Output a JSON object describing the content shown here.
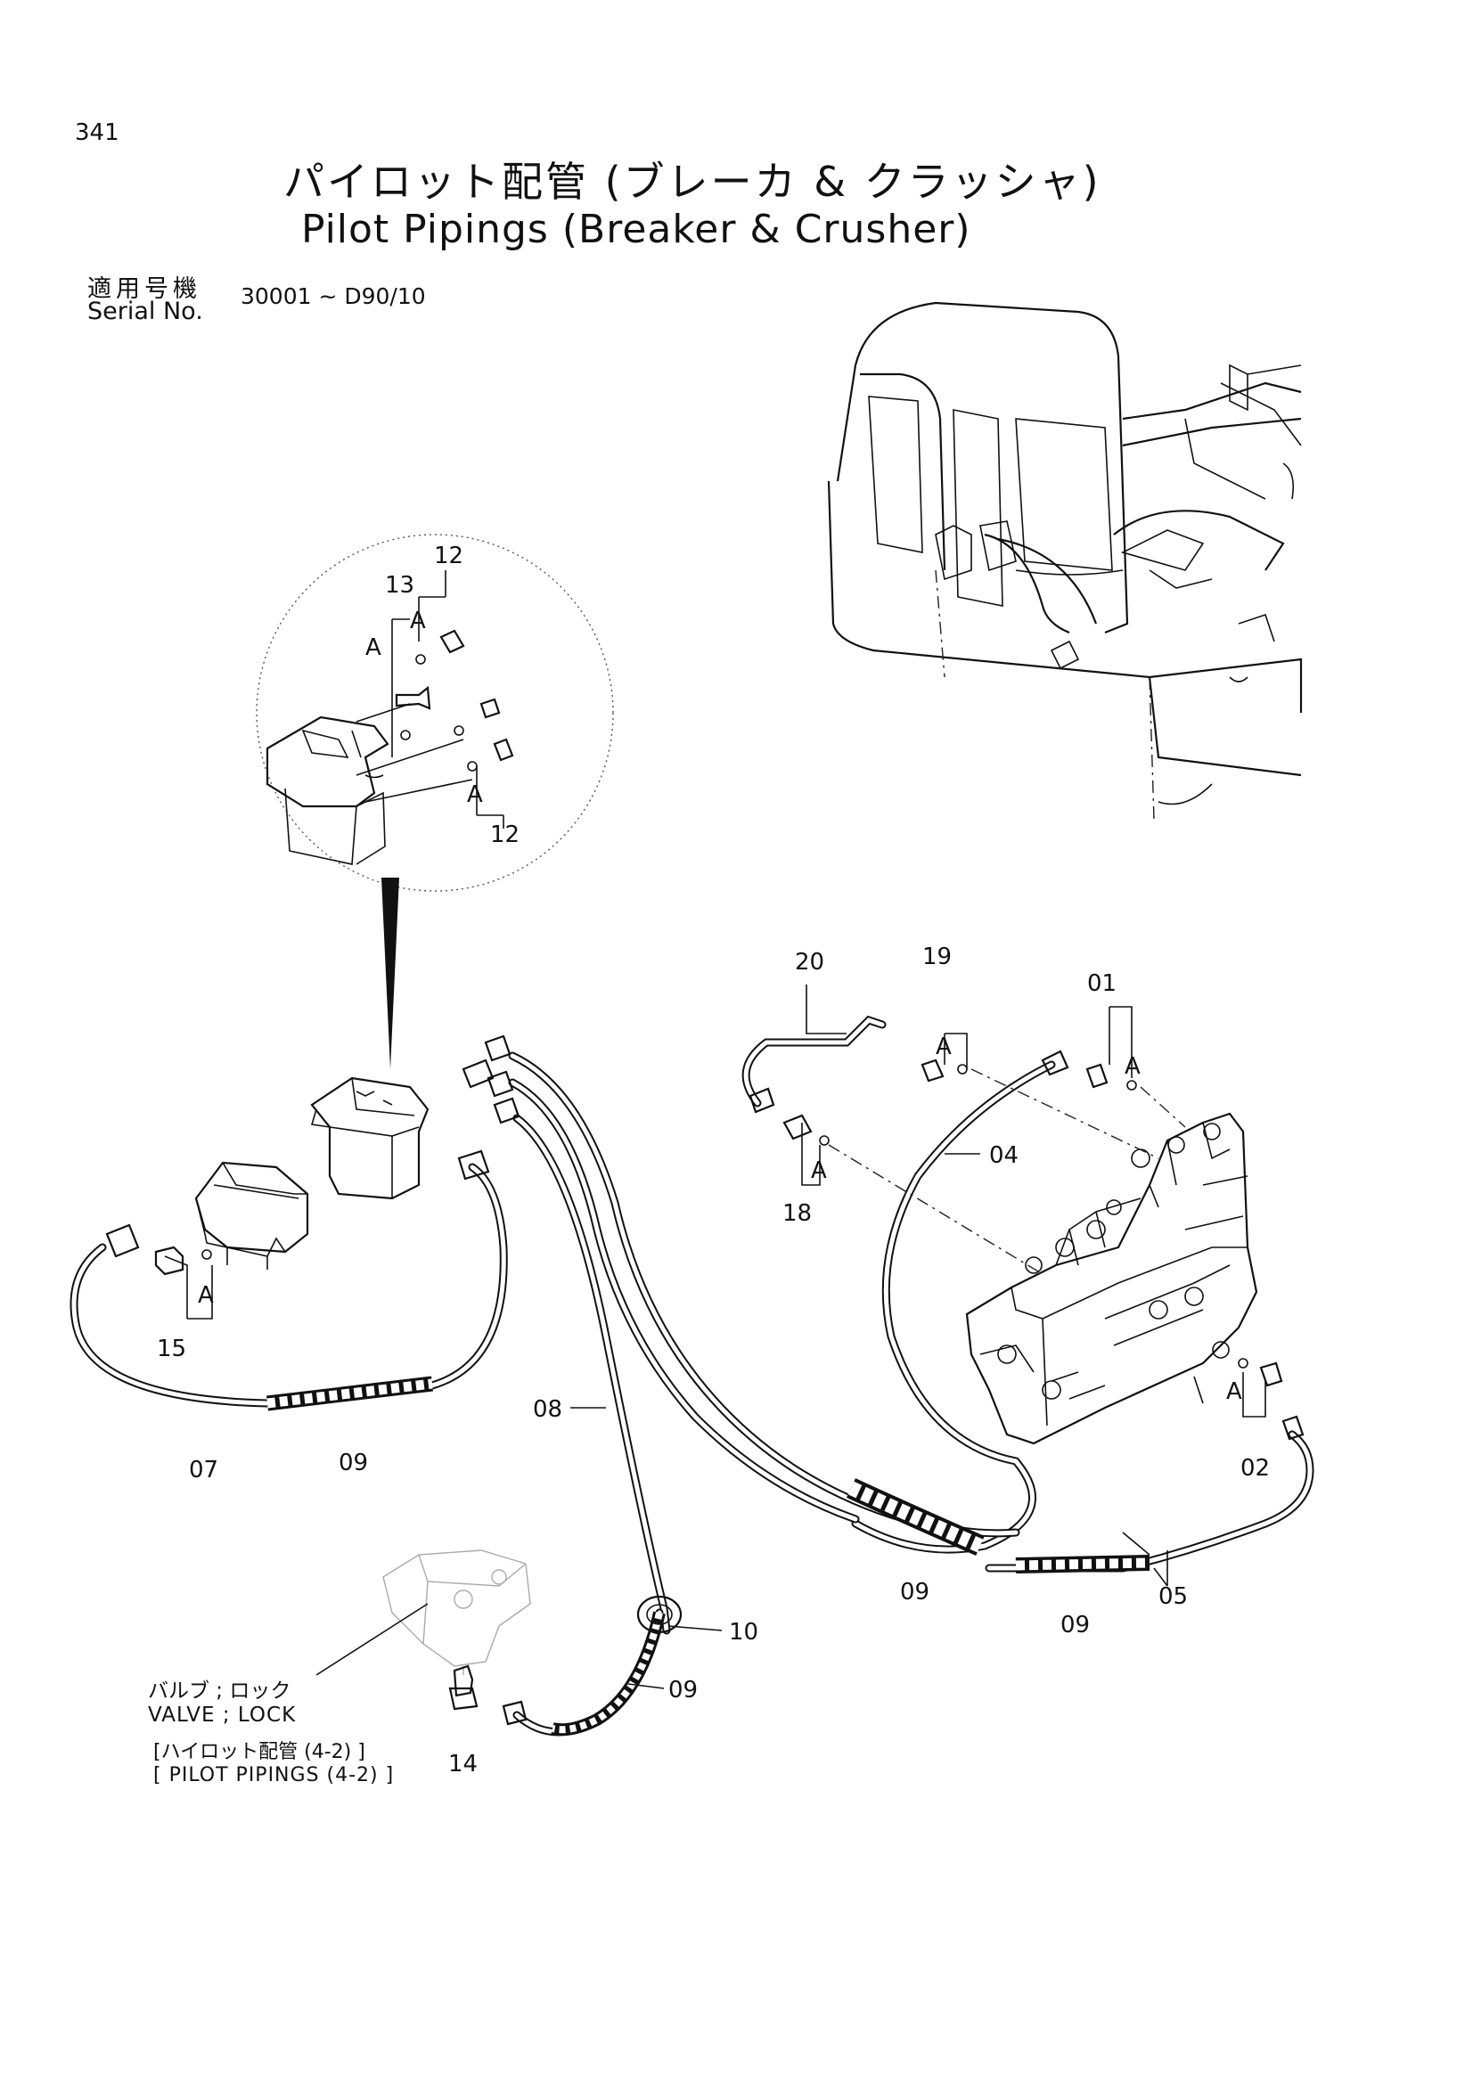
{
  "header": {
    "page_number": "341",
    "title_ja": "パイロット配管 (ブレーカ & クラッシャ)",
    "title_en": "Pilot Pipings (Breaker & Crusher)"
  },
  "serial": {
    "label_ja": "適用号機",
    "label_en": "Serial No.",
    "range": "30001 ~ D90/10"
  },
  "callouts": {
    "p01": "01",
    "p02": "02",
    "p04": "04",
    "p05": "05",
    "p07": "07",
    "p08": "08",
    "p09": "09",
    "p10": "10",
    "p12": "12",
    "p13": "13",
    "p14": "14",
    "p15": "15",
    "p18": "18",
    "p19": "19",
    "p20": "20",
    "o_ring": "A"
  },
  "note": {
    "ja": "バルブ ; ロック",
    "en": "VALVE ; LOCK",
    "ref_ja": "[ハイロット配管 (4-2) ]",
    "ref_en": "[ PILOT PIPINGS (4-2) ]"
  }
}
